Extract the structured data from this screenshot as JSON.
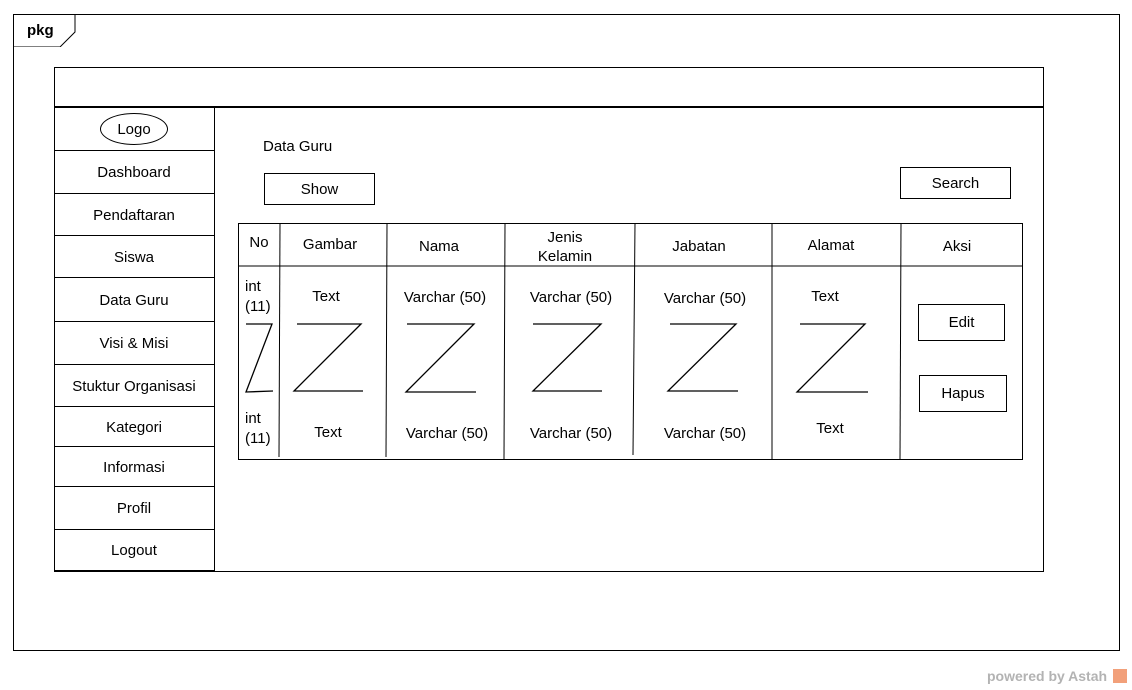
{
  "package": {
    "label": "pkg"
  },
  "sidebar": {
    "logo": "Logo",
    "items": [
      {
        "label": "Dashboard"
      },
      {
        "label": "Pendaftaran"
      },
      {
        "label": "Siswa"
      },
      {
        "label": "Data Guru"
      },
      {
        "label": "Visi & Misi"
      },
      {
        "label": "Stuktur Organisasi"
      },
      {
        "label": "Kategori"
      },
      {
        "label": "Informasi"
      },
      {
        "label": "Profil"
      },
      {
        "label": "Logout"
      }
    ]
  },
  "main": {
    "title": "Data Guru",
    "show_button": "Show",
    "search_button": "Search"
  },
  "table": {
    "headers": [
      "No",
      "Gambar",
      "Nama",
      "Jenis Kelamin",
      "Jabatan",
      "Alamat",
      "Aksi"
    ],
    "rows": [
      [
        "int (11)",
        "Text",
        "Varchar (50)",
        "Varchar (50)",
        "Varchar (50)",
        "Text"
      ],
      [
        "int (11)",
        "Text",
        "Varchar (50)",
        "Varchar (50)",
        "Varchar (50)",
        "Text"
      ]
    ],
    "actions": {
      "edit": "Edit",
      "delete": "Hapus"
    }
  },
  "footer": {
    "watermark": "powered by Astah"
  }
}
